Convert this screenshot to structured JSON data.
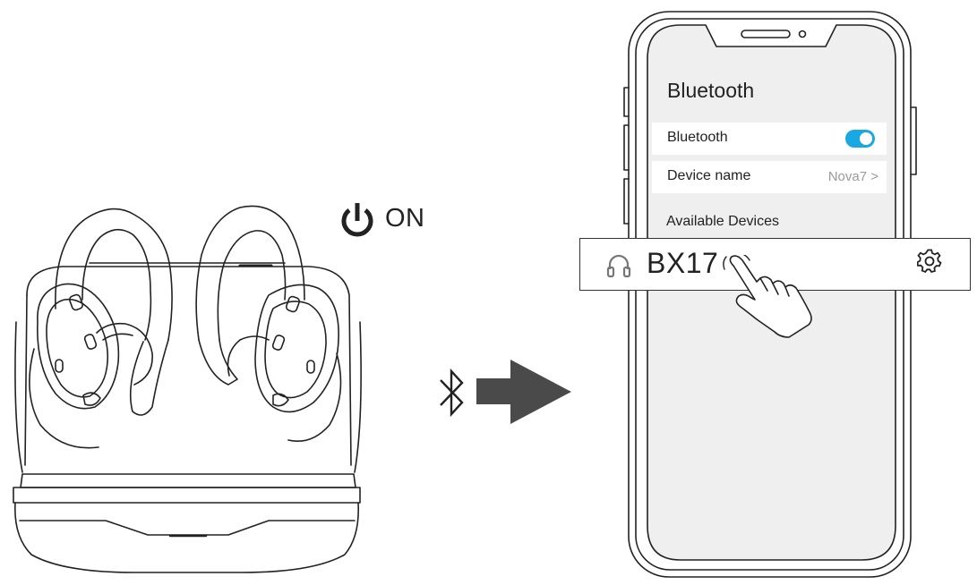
{
  "power_indicator": {
    "icon": "power-icon",
    "label": "ON"
  },
  "connection": {
    "icon": "bluetooth-icon",
    "arrow": "arrow-right"
  },
  "phone": {
    "screen_title": "Bluetooth",
    "settings_rows": [
      {
        "label": "Bluetooth",
        "toggle_on": true
      },
      {
        "label": "Device name",
        "value": "Nova7 >"
      }
    ],
    "section_label": "Available Devices",
    "device_entry": {
      "icon": "headphones-icon",
      "name": "BX17",
      "action_icon": "gear-icon"
    }
  },
  "colors": {
    "toggle_on": "#1aa8e2",
    "line_art": "#222222",
    "screen_background": "#efefef",
    "arrow": "#4a4a4a"
  }
}
